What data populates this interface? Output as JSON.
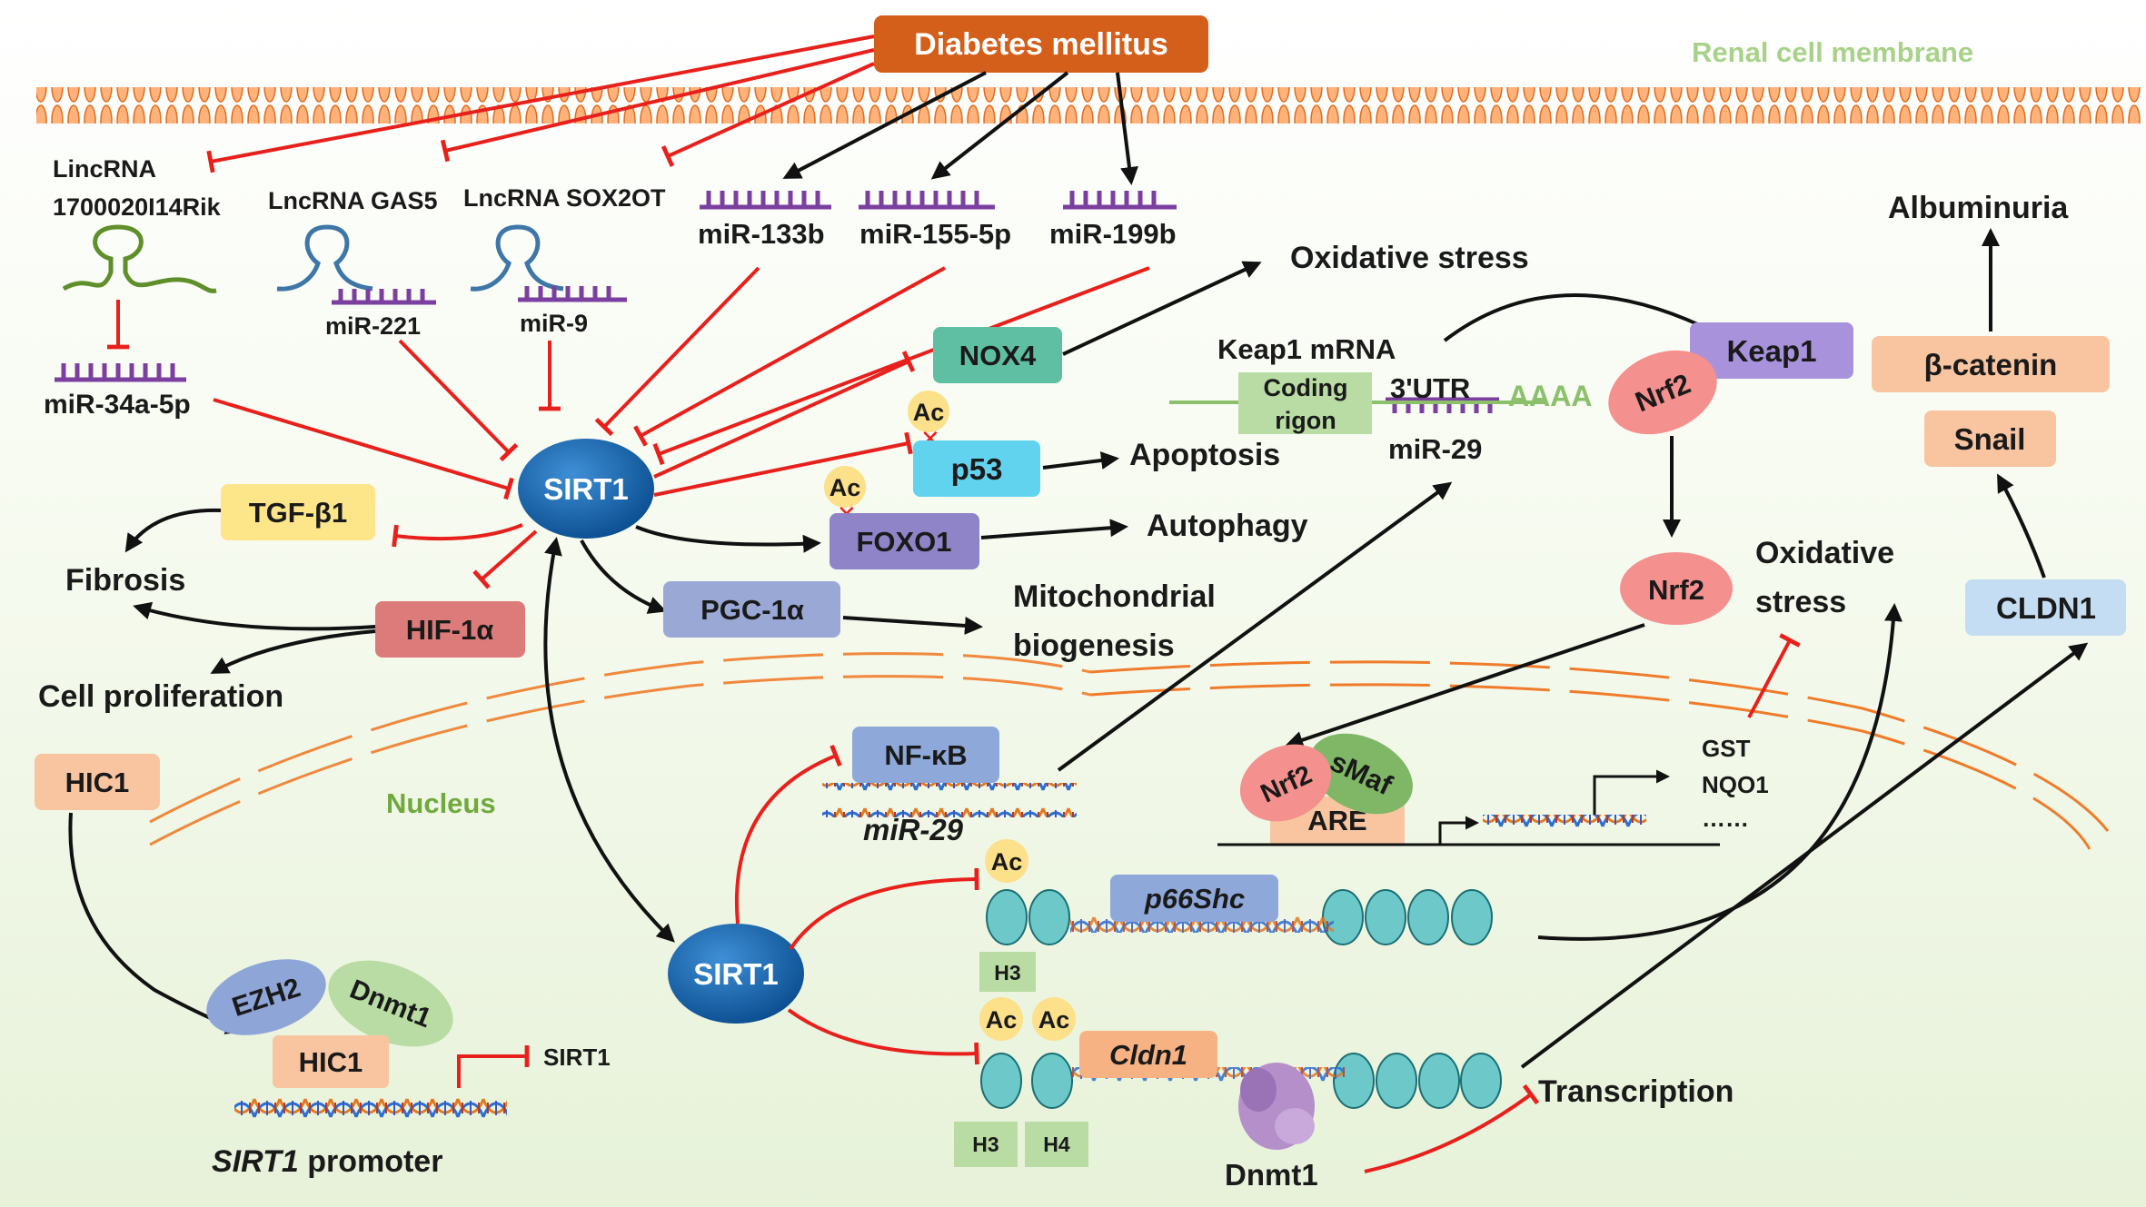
{
  "title": "Diabetes mellitus",
  "membrane_label": "Renal cell membrane",
  "nucleus_label": "Nucleus",
  "colors": {
    "inhibit": "#e8201c",
    "activate": "#111111",
    "dm": "#d35f1b",
    "mirna": "#7b3fa0",
    "lncrna_green": "#5f8f2b",
    "lncrna_blue": "#3f76a8",
    "sirt1": "#0b5ea8"
  },
  "lncrnas": {
    "lincrna_line1": "LincRNA",
    "lincrna_line2": "1700020I14Rik",
    "gas5": "LncRNA GAS5",
    "sox2ot": "LncRNA SOX2OT"
  },
  "mirnas": {
    "mir133b": "miR-133b",
    "mir155": "miR-155-5p",
    "mir199b": "miR-199b",
    "mir221": "miR-221",
    "mir9": "miR-9",
    "mir34a": "miR-34a-5p",
    "mir29": "miR-29",
    "mir29_gene": "miR-29"
  },
  "nodes": {
    "sirt1": "SIRT1",
    "sirt1_nuclear": "SIRT1",
    "nox4": "NOX4",
    "p53": "p53",
    "foxo1": "FOXO1",
    "pgc1a": "PGC-1α",
    "tgfb1": "TGF-β1",
    "hif1a": "HIF-1α",
    "hic1": "HIC1",
    "hic1_promoter": "HIC1",
    "ezh2": "EZH2",
    "dnmt1_top": "Dnmt1",
    "dnmt1_bottom": "Dnmt1",
    "nfkb": "NF-κB",
    "keap1": "Keap1",
    "nrf2_a": "Nrf2",
    "nrf2_b": "Nrf2",
    "nrf2_c": "Nrf2",
    "smaf": "sMaf",
    "are": "ARE",
    "p66shc": "p66Shc",
    "cldn1_gene": "Cldn1",
    "cldn1": "CLDN1",
    "snail": "Snail",
    "bcatenin": "β-catenin",
    "ac": "Ac",
    "h3": "H3",
    "h4": "H4"
  },
  "outcomes": {
    "oxidative_stress_top": "Oxidative stress",
    "apoptosis": "Apoptosis",
    "autophagy": "Autophagy",
    "mito_line1": "Mitochondrial",
    "mito_line2": "biogenesis",
    "fibrosis": "Fibrosis",
    "cell_prolif": "Cell proliferation",
    "oxidative_line1": "Oxidative",
    "oxidative_line2": "stress",
    "albuminuria": "Albuminuria",
    "transcription": "Transcription"
  },
  "keap1_mrna": {
    "title": "Keap1 mRNA",
    "coding_line1": "Coding",
    "coding_line2": "rigon",
    "utr": "3'UTR",
    "polya": "AAAA"
  },
  "targets": {
    "gst": "GST",
    "nqo1": "NQO1",
    "etc": "……"
  },
  "promoter": {
    "gene": "SIRT1",
    "suffix": " promoter",
    "sirt1_small": "SIRT1"
  }
}
